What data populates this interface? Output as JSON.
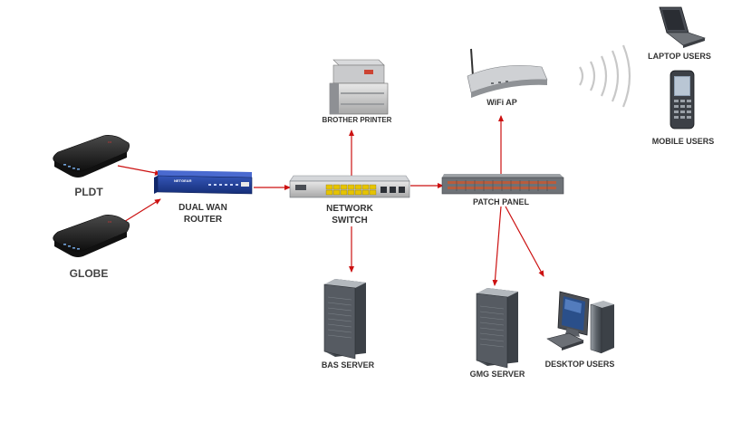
{
  "diagram": {
    "nodes": {
      "pldt": {
        "label": "PLDT",
        "icon": "modem-icon"
      },
      "globe": {
        "label": "GLOBE",
        "icon": "modem-icon"
      },
      "router": {
        "label_line1": "DUAL WAN",
        "label_line2": "ROUTER",
        "icon": "router-icon"
      },
      "switch": {
        "label_line1": "NETWORK",
        "label_line2": "SWITCH",
        "icon": "switch-icon"
      },
      "printer": {
        "label": "BROTHER PRINTER",
        "icon": "printer-icon"
      },
      "patch_panel": {
        "label": "PATCH PANEL",
        "icon": "patch-panel-icon"
      },
      "wifi_ap": {
        "label": "WiFi AP",
        "icon": "wifi-ap-icon"
      },
      "laptop_users": {
        "label": "LAPTOP USERS",
        "icon": "laptop-icon"
      },
      "mobile_users": {
        "label": "MOBILE USERS",
        "icon": "mobile-phone-icon"
      },
      "bas_server": {
        "label": "BAS SERVER",
        "icon": "server-icon"
      },
      "gmg_server": {
        "label": "GMG SERVER",
        "icon": "server-icon"
      },
      "desktop_users": {
        "label": "DESKTOP USERS",
        "icon": "desktop-icon"
      }
    },
    "connections": [
      {
        "from": "pldt",
        "to": "router"
      },
      {
        "from": "globe",
        "to": "router"
      },
      {
        "from": "router",
        "to": "switch"
      },
      {
        "from": "switch",
        "to": "printer"
      },
      {
        "from": "switch",
        "to": "patch_panel"
      },
      {
        "from": "switch",
        "to": "bas_server"
      },
      {
        "from": "patch_panel",
        "to": "wifi_ap"
      },
      {
        "from": "patch_panel",
        "to": "gmg_server"
      },
      {
        "from": "patch_panel",
        "to": "desktop_users"
      }
    ],
    "colors": {
      "arrow": "#cc1111",
      "router_blue": "#1f3f9a",
      "modem_black": "#1a1a1a",
      "device_gray": "#8a8f96",
      "wave_gray": "#c8c8c8"
    }
  }
}
